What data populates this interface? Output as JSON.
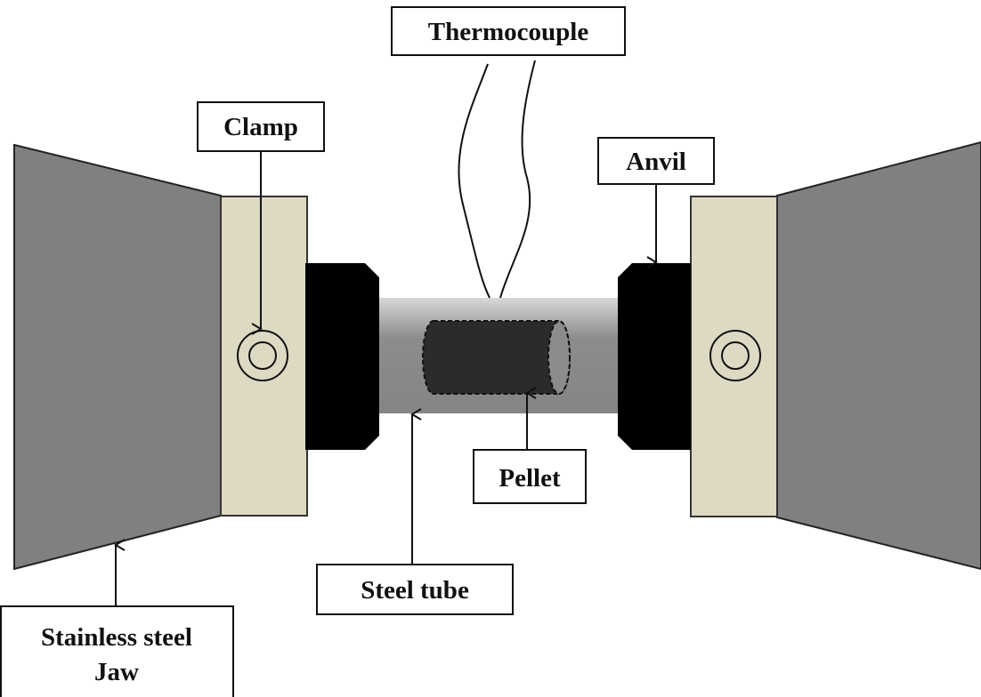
{
  "labels": {
    "thermocouple": "Thermocouple",
    "clamp": "Clamp",
    "anvil": "Anvil",
    "pellet": "Pellet",
    "steel_tube": "Steel tube",
    "jaw_line1": "Stainless steel",
    "jaw_line2": "Jaw"
  },
  "colors": {
    "jaw": "#808080",
    "clamp_plate": "#ddd9c3",
    "anvil": "#000000",
    "tube_light": "#d0d0d0",
    "tube": "#8a8a8a",
    "pellet": "#2b2b2b"
  }
}
